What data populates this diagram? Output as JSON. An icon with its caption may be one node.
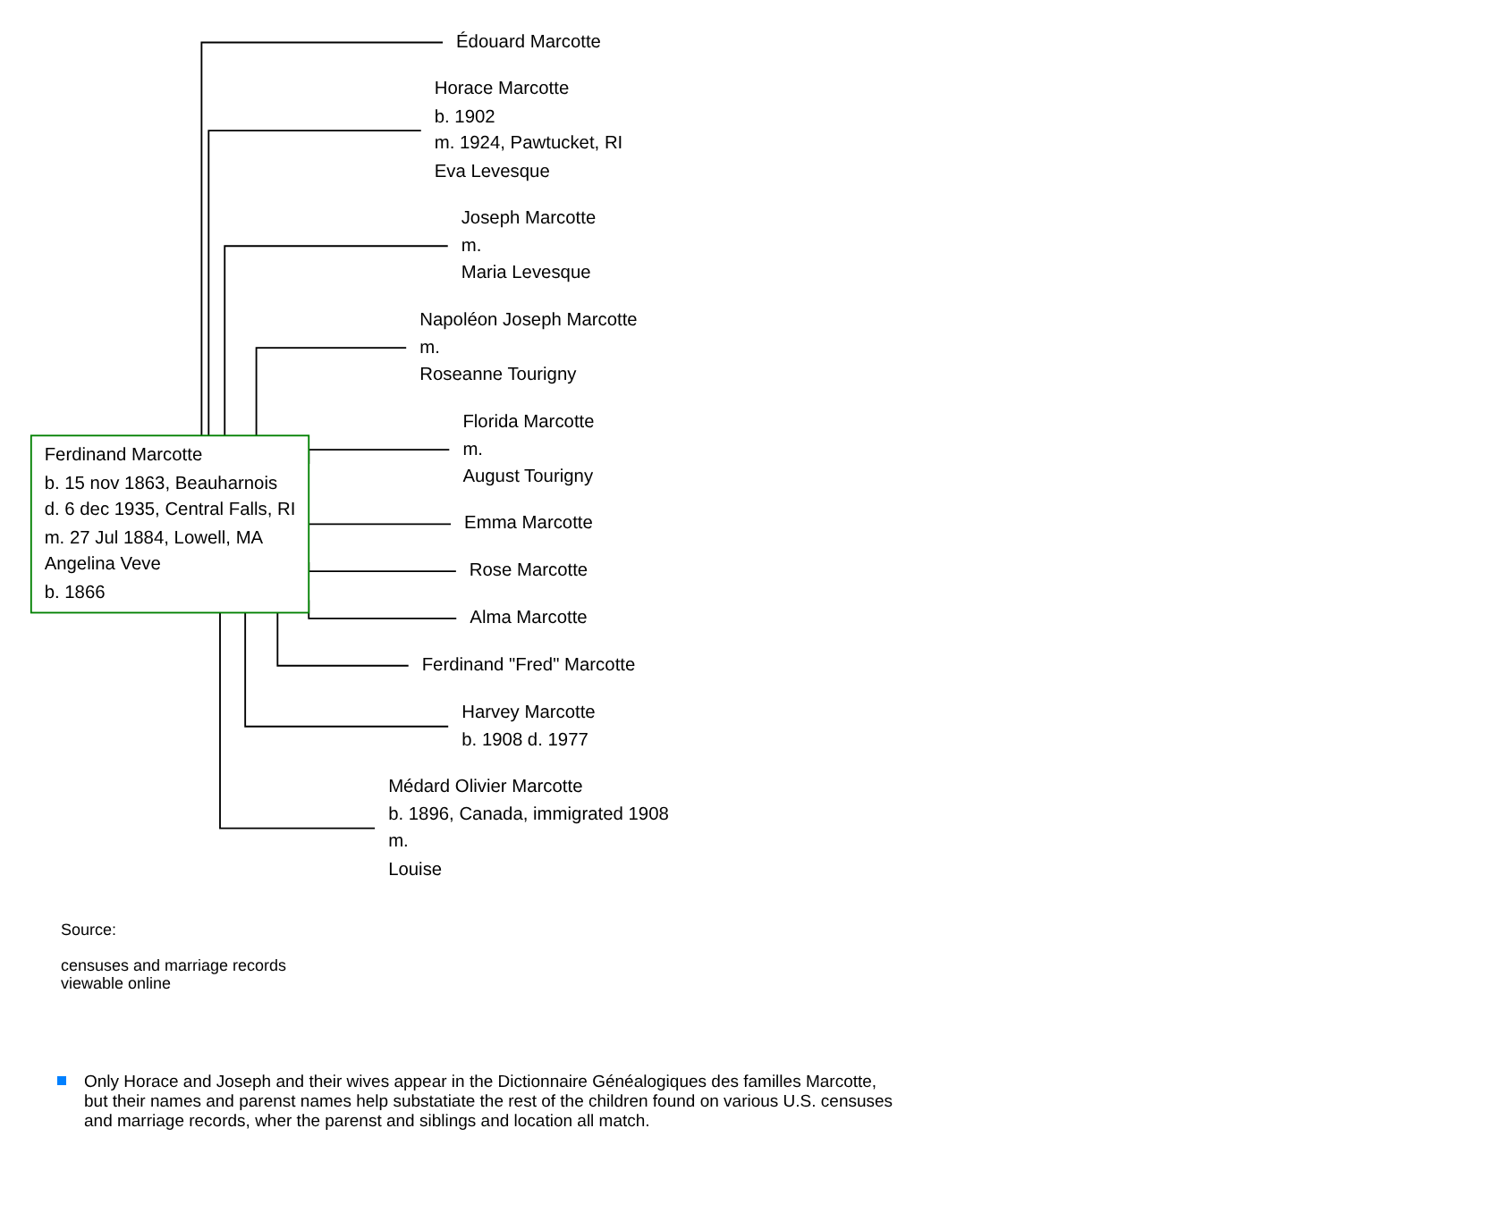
{
  "diagram": {
    "nodes": [
      {
        "text": [
          "Ferdinand Marcotte",
          "b. 15 nov 1863, Beauharnois",
          "d. 6 dec 1935, Central Falls, RI",
          "m. 27 Jul 1884, Lowell, MA",
          "Angelina Veve",
          "b. 1866"
        ]
      },
      {
        "text": [
          "Édouard Marcotte"
        ]
      },
      {
        "text": [
          "Horace Marcotte",
          "b. 1902",
          "m. 1924, Pawtucket, RI",
          "Eva Levesque"
        ]
      },
      {
        "text": [
          "Joseph Marcotte",
          "m.",
          "Maria Levesque"
        ]
      },
      {
        "text": [
          "Napoléon Joseph Marcotte",
          "m.",
          "Roseanne Tourigny"
        ]
      },
      {
        "text": [
          "Florida Marcotte",
          "m.",
          "August Tourigny"
        ]
      },
      {
        "text": [
          "Emma Marcotte"
        ]
      },
      {
        "text": [
          "Rose Marcotte"
        ]
      },
      {
        "text": [
          "Alma Marcotte"
        ]
      },
      {
        "text": [
          "Ferdinand \"Fred\" Marcotte"
        ]
      },
      {
        "text": [
          "Harvey Marcotte",
          "b. 1908   d. 1977"
        ]
      },
      {
        "text": [
          "Médard Olivier Marcotte",
          "b. 1896, Canada, immigrated 1908",
          "m.",
          "Louise"
        ]
      }
    ],
    "edges": [
      {
        "from": 0,
        "to": 1,
        "arrow": "none"
      },
      {
        "from": 0,
        "to": 2,
        "arrow": "none"
      },
      {
        "from": 0,
        "to": 3,
        "arrow": "none"
      },
      {
        "from": 0,
        "to": 4,
        "arrow": "none"
      },
      {
        "from": 0,
        "to": 5,
        "arrow": "none"
      },
      {
        "from": 0,
        "to": 6,
        "arrow": "none"
      },
      {
        "from": 0,
        "to": 7,
        "arrow": "none"
      },
      {
        "from": 0,
        "to": 8,
        "arrow": "none"
      },
      {
        "from": 0,
        "to": 9,
        "arrow": "none"
      },
      {
        "from": 0,
        "to": 10,
        "arrow": "none"
      },
      {
        "from": 0,
        "to": 11,
        "arrow": "none"
      }
    ],
    "labels": [
      "Source:",
      "censuses and marriage records viewable online"
    ],
    "legend": [
      {
        "text": "Only  Horace and Joseph and their wives appear in the Dictionnaire Généalogiques des familles Marcotte, but their names and parenst names help substatiate the rest of the children found on various U.S. censuses and marriage records, wher the parenst and siblings and location all match.",
        "color": "#0080ff"
      }
    ]
  }
}
